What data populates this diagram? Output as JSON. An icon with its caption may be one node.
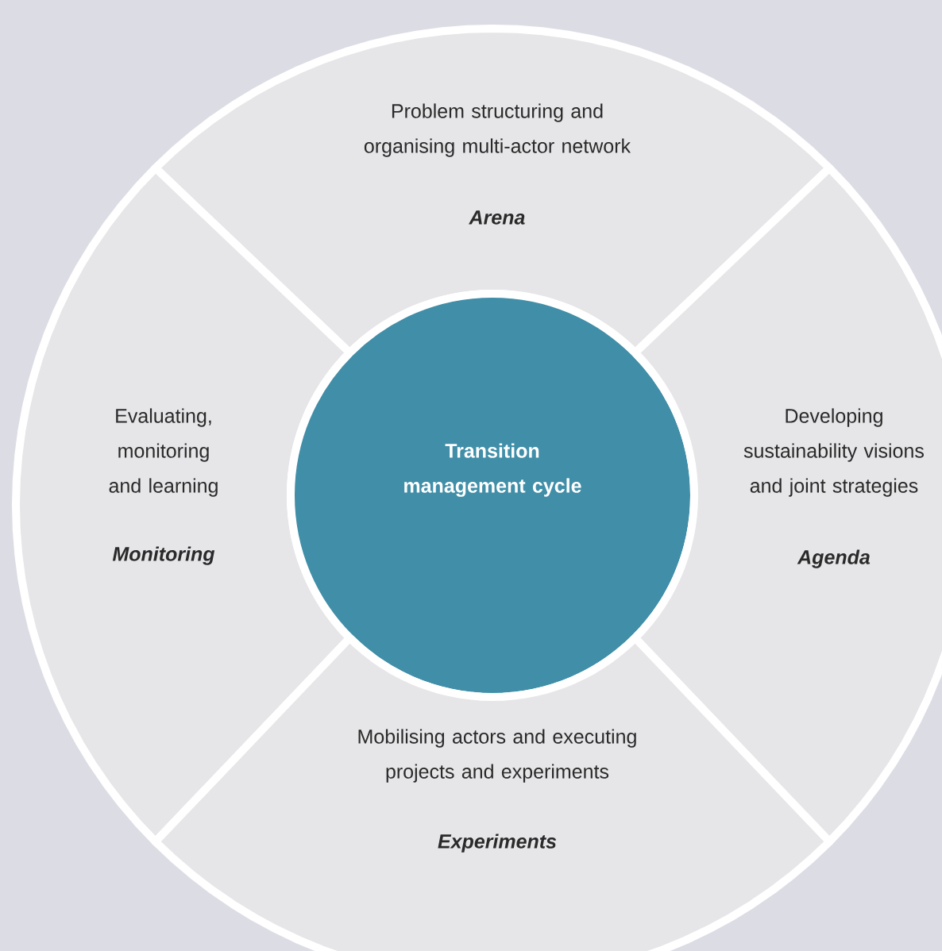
{
  "diagram": {
    "nodes": [
      {
        "text": [
          "Problem structuring and organising multi-actor network",
          "Arena"
        ]
      },
      {
        "text": [
          "Evaluating, monitoring and learning",
          "Monitoring"
        ]
      },
      {
        "text": [
          "Transition management cycle"
        ]
      },
      {
        "text": [
          "Developing sustainability visions and joint strategies",
          "Agenda"
        ]
      },
      {
        "text": [
          "Mobilising actors and executing projects and experiments",
          "Experiments"
        ]
      }
    ]
  }
}
